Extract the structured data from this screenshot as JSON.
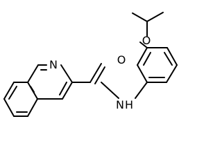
{
  "molecule": {
    "atoms": {
      "carbonyl_oxygen": "O",
      "amide_nitrogen": "N",
      "amide_hydrogen": "H",
      "ether_oxygen": "O",
      "quinoline_nitrogen": "N"
    }
  },
  "colors": {
    "bond": "#000000",
    "label": "#000000",
    "background": "#ffffff"
  }
}
